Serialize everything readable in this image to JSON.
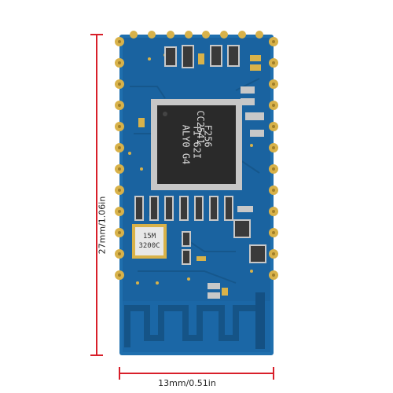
{
  "photo": {
    "chip_marking": [
      "CC2541",
      "F256",
      "TI 62I",
      "ALY0 G4"
    ],
    "crystal_marking": [
      "15M",
      "3200C"
    ],
    "dimensions": {
      "height_label": "27mm/1.06in",
      "width_label": "13mm/0.51in"
    },
    "colors": {
      "board": "#1f6fae",
      "board_dark": "#14507f",
      "pad_gold": "#d8b24a",
      "chip": "#2a2a2a",
      "dimension_line": "#d81f2a"
    }
  }
}
